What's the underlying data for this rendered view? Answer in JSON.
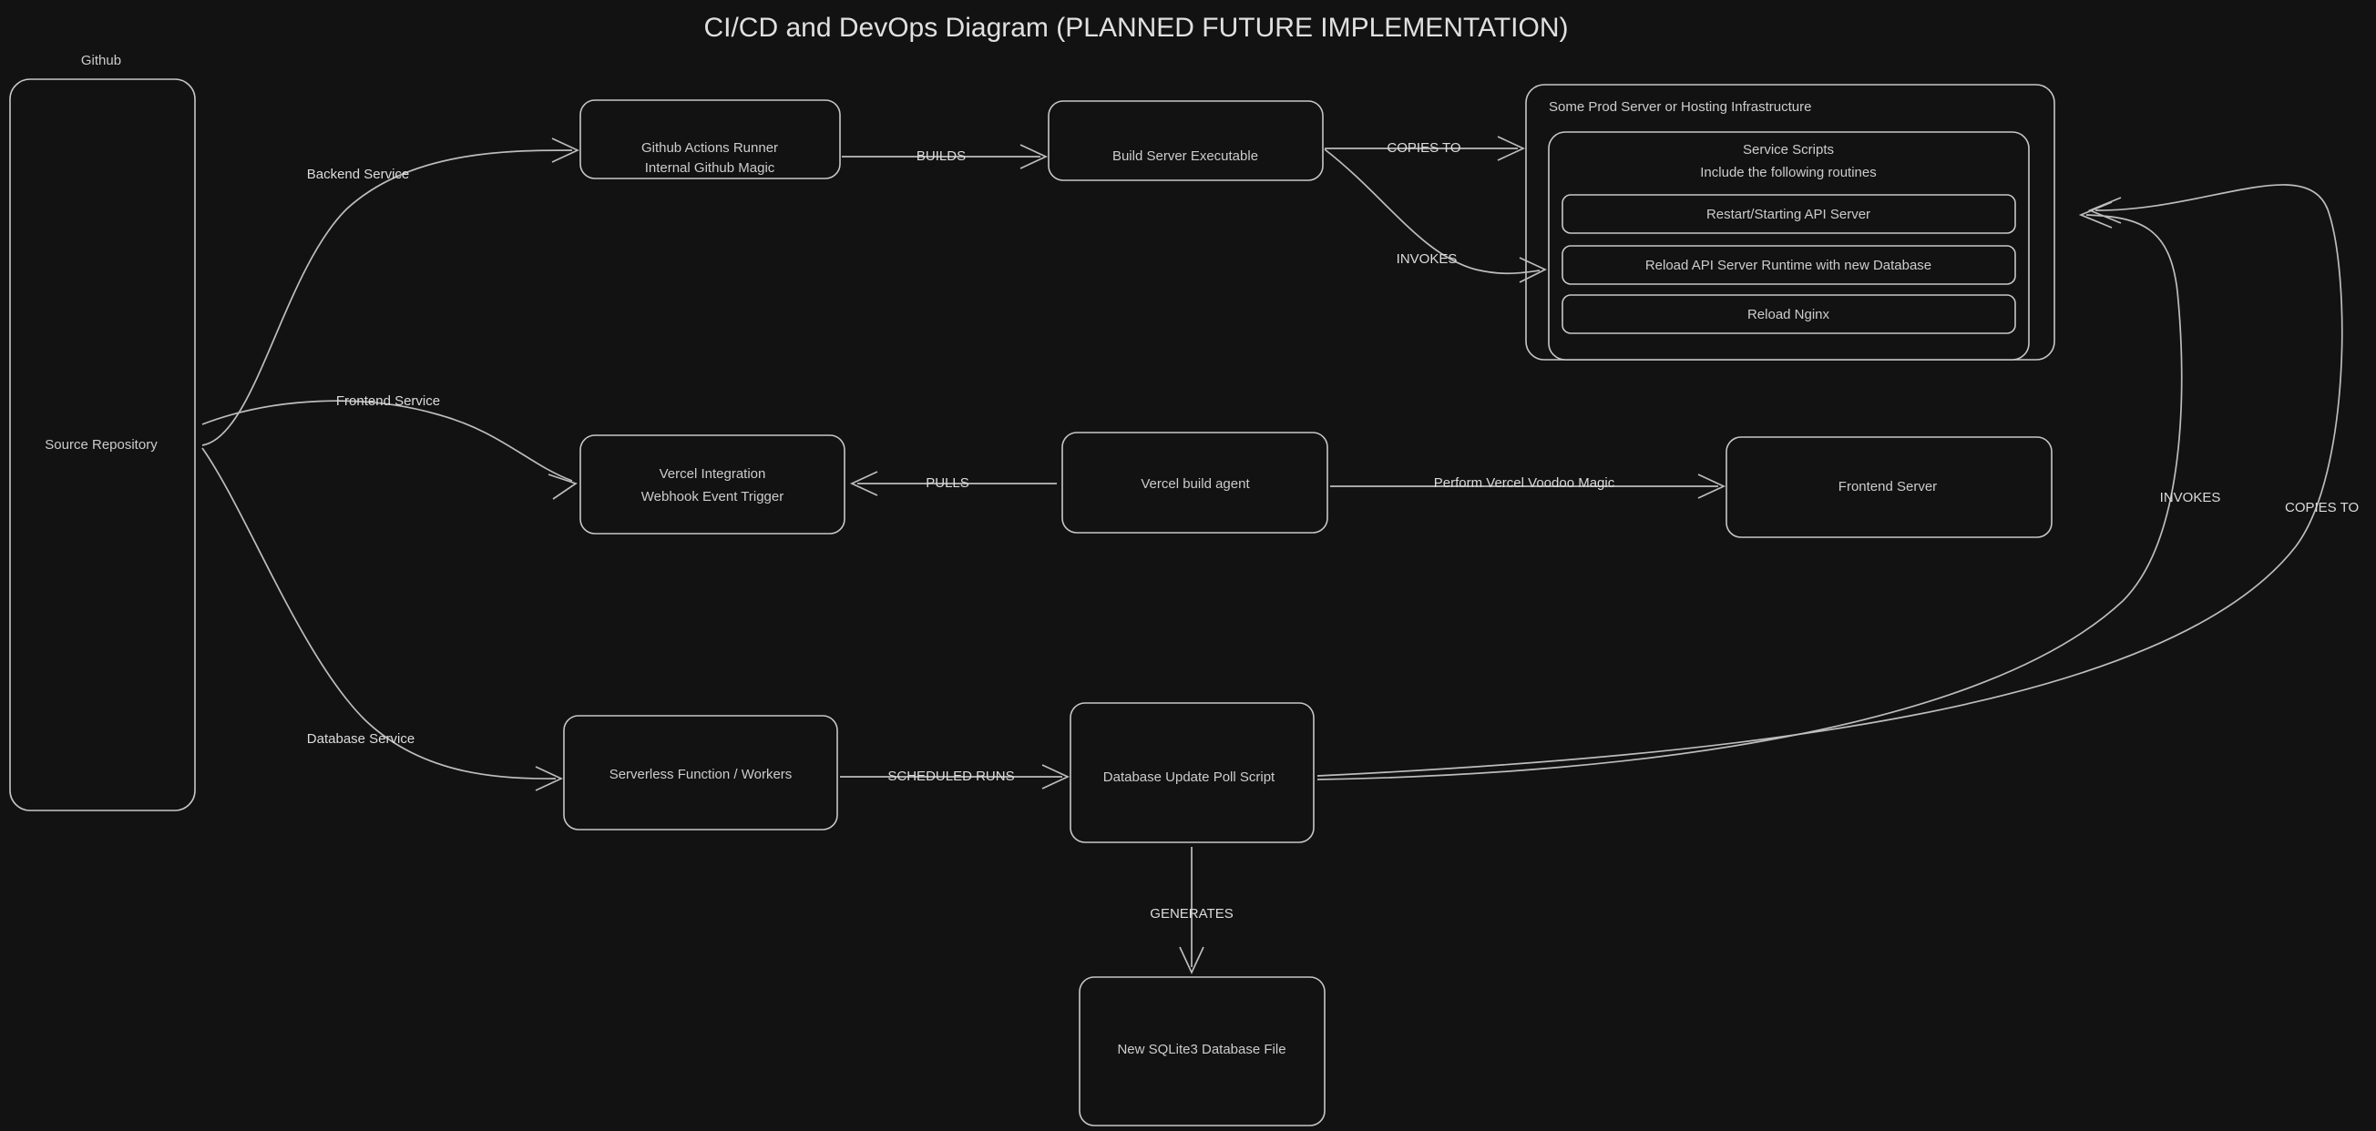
{
  "title": "CI/CD and DevOps Diagram (PLANNED FUTURE IMPLEMENTATION)",
  "background_color": "#121212",
  "stroke_color": "#c7c7c7",
  "text_color": "#cccccc",
  "clusters": [
    {
      "id": "github",
      "label": "Github"
    },
    {
      "id": "prod",
      "label": "Some Prod Server or Hosting Infrastructure"
    },
    {
      "id": "service_scripts",
      "label_line1": "Service Scripts",
      "label_line2": "Include the following routines"
    }
  ],
  "nodes": [
    {
      "id": "source_repo",
      "label": "Source Repository"
    },
    {
      "id": "gh_actions",
      "label_line1": "Github Actions Runner",
      "label_line2": "Internal Github Magic"
    },
    {
      "id": "build_exec",
      "label": "Build Server Executable"
    },
    {
      "id": "restart_api",
      "label": "Restart/Starting API Server"
    },
    {
      "id": "reload_api",
      "label": "Reload API Server Runtime with new Database"
    },
    {
      "id": "reload_nginx",
      "label": "Reload Nginx"
    },
    {
      "id": "vercel_integration",
      "label_line1": "Vercel Integration",
      "label_line2": "Webhook Event Trigger"
    },
    {
      "id": "vercel_agent",
      "label": "Vercel build agent"
    },
    {
      "id": "frontend_server",
      "label": "Frontend Server"
    },
    {
      "id": "serverless",
      "label": "Serverless Function / Workers"
    },
    {
      "id": "db_poll",
      "label": "Database Update Poll Script"
    },
    {
      "id": "sqlite_file",
      "label": "New SQLite3 Database File"
    }
  ],
  "edges": [
    {
      "id": "e_backend",
      "label": "Backend Service",
      "from": "source_repo",
      "to": "gh_actions"
    },
    {
      "id": "e_builds",
      "label": "BUILDS",
      "from": "gh_actions",
      "to": "build_exec"
    },
    {
      "id": "e_copies_prod",
      "label": "COPIES TO",
      "from": "build_exec",
      "to": "prod"
    },
    {
      "id": "e_invokes_scripts",
      "label": "INVOKES",
      "from": "build_exec",
      "to": "service_scripts"
    },
    {
      "id": "e_frontend",
      "label": "Frontend Service",
      "from": "source_repo",
      "to": "vercel_integration"
    },
    {
      "id": "e_pulls",
      "label": "PULLS",
      "from": "vercel_agent",
      "to": "vercel_integration"
    },
    {
      "id": "e_voodoo",
      "label": "Perform Vercel Voodoo Magic",
      "from": "vercel_agent",
      "to": "frontend_server"
    },
    {
      "id": "e_database",
      "label": "Database Service",
      "from": "source_repo",
      "to": "serverless"
    },
    {
      "id": "e_scheduled",
      "label": "SCHEDULED RUNS",
      "from": "serverless",
      "to": "db_poll"
    },
    {
      "id": "e_generates",
      "label": "GENERATES",
      "from": "db_poll",
      "to": "sqlite_file"
    },
    {
      "id": "e_invokes_right",
      "label": "INVOKES",
      "from": "db_poll",
      "to": "service_scripts"
    },
    {
      "id": "e_copies_right",
      "label": "COPIES TO",
      "from": "db_poll",
      "to": "prod"
    }
  ]
}
